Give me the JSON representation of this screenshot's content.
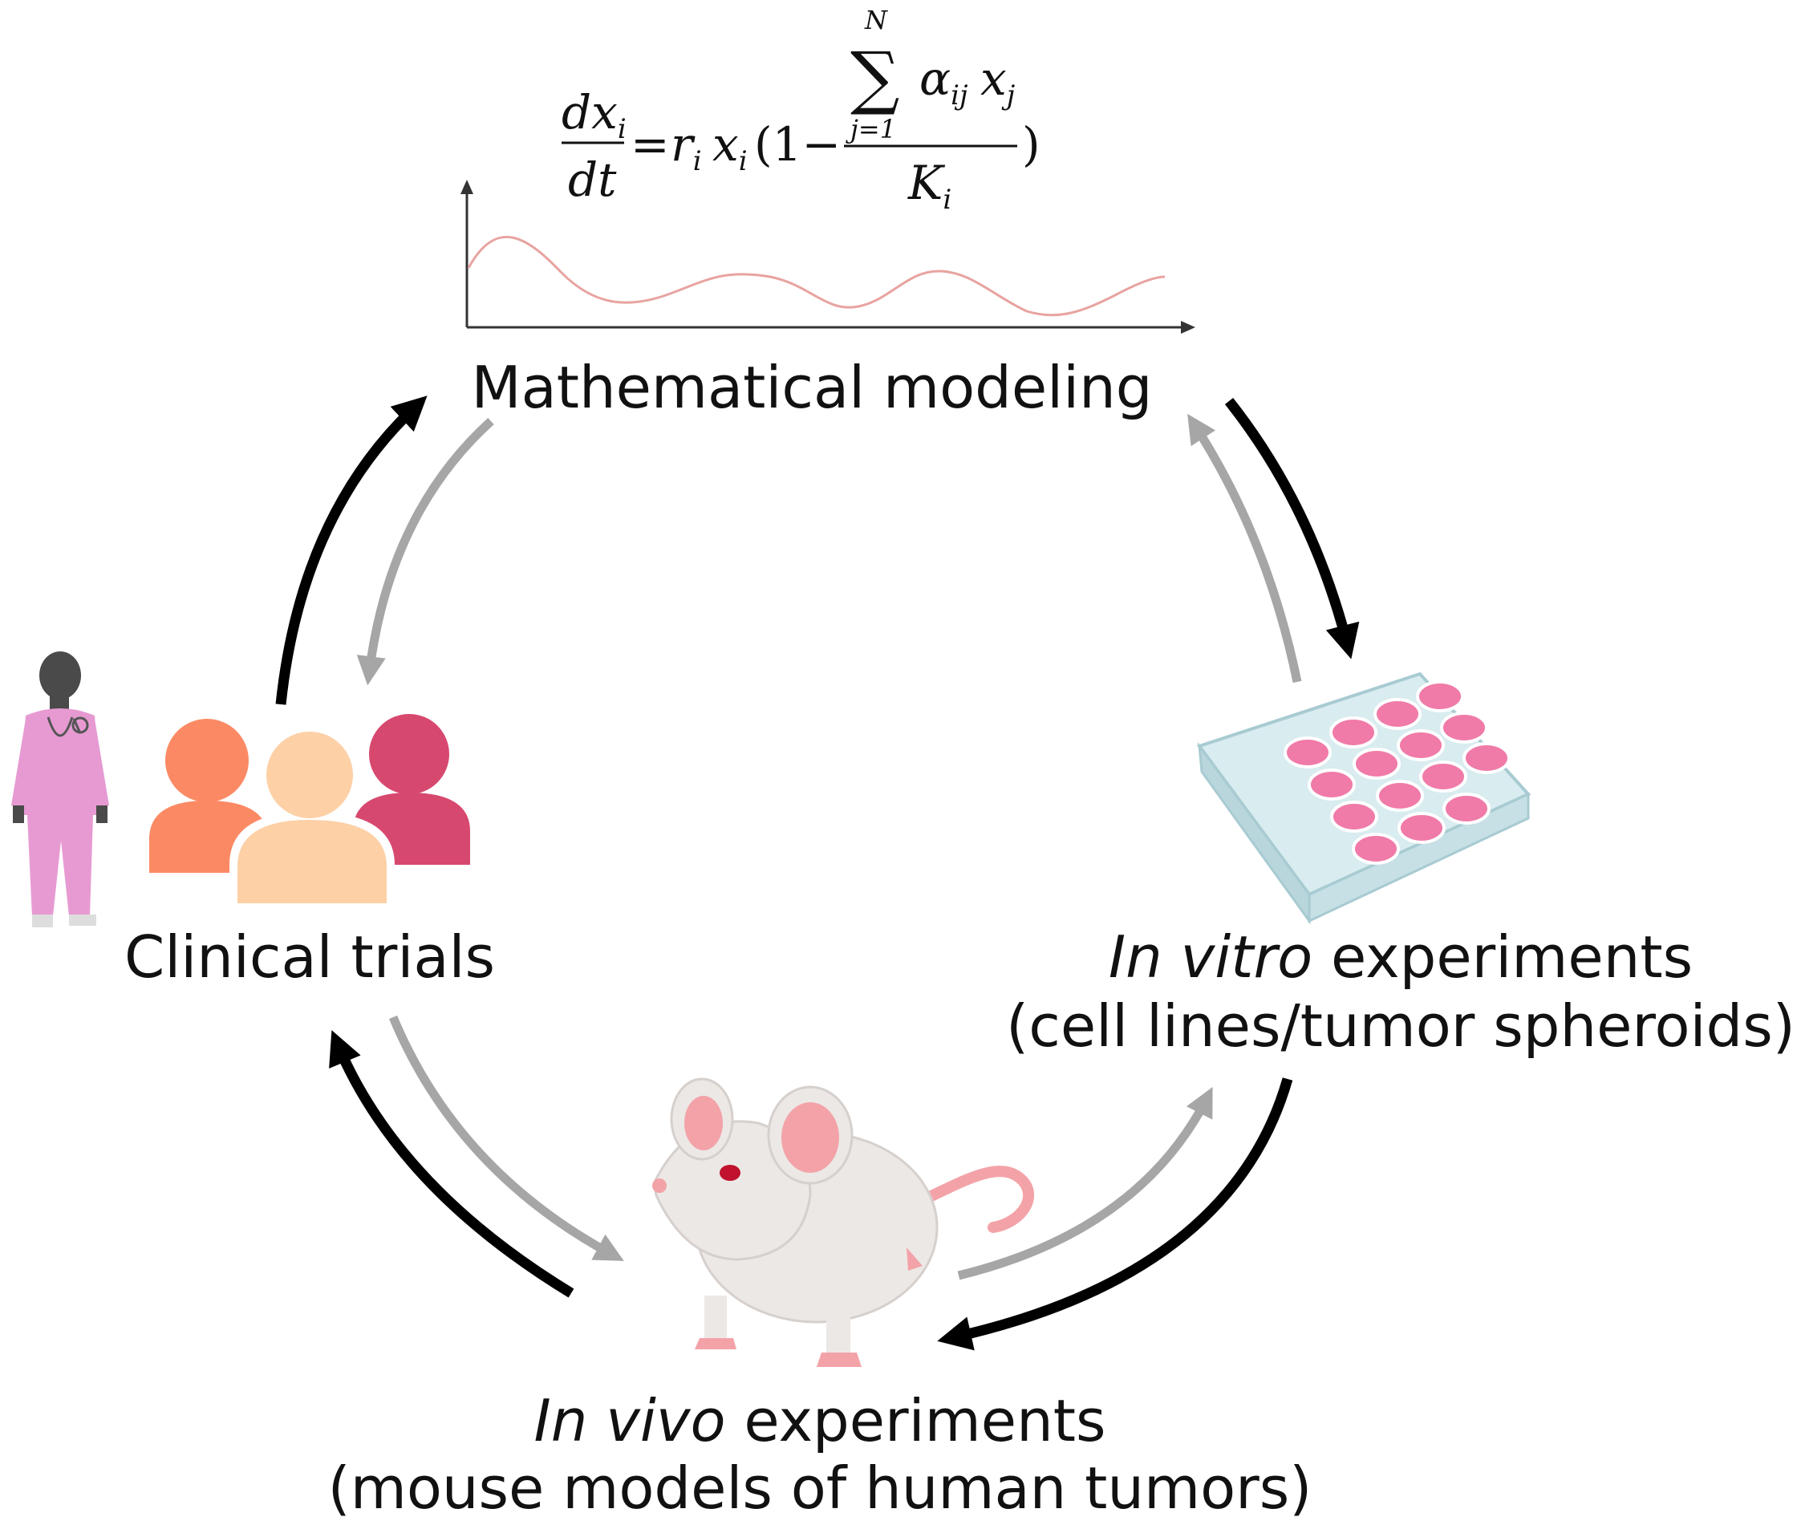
{
  "nodes": {
    "math": {
      "label": "Mathematical modeling"
    },
    "clinical": {
      "label": "Clinical trials"
    },
    "invitro": {
      "label_italic": "In vitro",
      "label_rest": " experiments",
      "sub": "(cell lines/tumor spheroids)"
    },
    "invivo": {
      "label_italic": "In vivo",
      "label_rest": " experiments",
      "sub": "(mouse models of human tumors)"
    }
  },
  "equation": {
    "lhs_num": "dx",
    "lhs_num_sub": "i",
    "lhs_den": "dt",
    "eq": "=",
    "r": "r",
    "r_sub": "i",
    "x": "x",
    "x_sub": "i",
    "paren_open": "(1−",
    "sum": "∑",
    "sum_upper": "N",
    "sum_lower": "j=1",
    "alpha": "α",
    "alpha_sub": "ij",
    "xj": "x",
    "xj_sub": "j",
    "K": "K",
    "K_sub": "i",
    "paren_close": ")"
  },
  "colors": {
    "arrow_dark": "#000000",
    "arrow_light": "#a6a6a6",
    "curve": "#e8a3a0",
    "person1": "#fb8a64",
    "person2": "#fdd0a6",
    "person3": "#d7486f",
    "scrubs": "#e79ad2",
    "well": "#f07aa8",
    "plate": "#d9ecef",
    "mouse": "#ece8e6",
    "mouse_pink": "#f3a3a8"
  }
}
